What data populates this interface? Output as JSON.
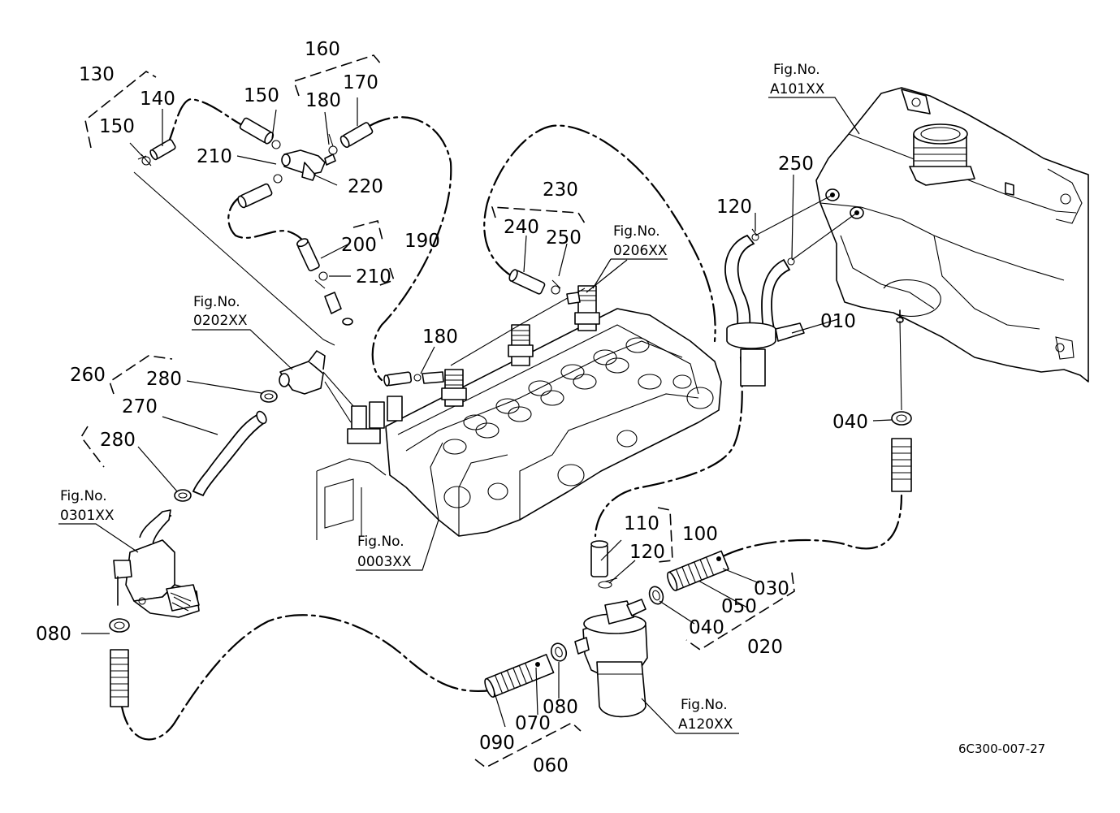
{
  "diagram": {
    "drawing_number": "6C300-007-27",
    "part_labels": [
      {
        "id": "p130",
        "text": "130"
      },
      {
        "id": "p140",
        "text": "140"
      },
      {
        "id": "p150a",
        "text": "150"
      },
      {
        "id": "p150b",
        "text": "150"
      },
      {
        "id": "p160",
        "text": "160"
      },
      {
        "id": "p170",
        "text": "170"
      },
      {
        "id": "p180a",
        "text": "180"
      },
      {
        "id": "p180b",
        "text": "180"
      },
      {
        "id": "p190",
        "text": "190"
      },
      {
        "id": "p200",
        "text": "200"
      },
      {
        "id": "p210a",
        "text": "210"
      },
      {
        "id": "p210b",
        "text": "210"
      },
      {
        "id": "p220",
        "text": "220"
      },
      {
        "id": "p230",
        "text": "230"
      },
      {
        "id": "p240",
        "text": "240"
      },
      {
        "id": "p250a",
        "text": "250"
      },
      {
        "id": "p250b",
        "text": "250"
      },
      {
        "id": "p260",
        "text": "260"
      },
      {
        "id": "p270",
        "text": "270"
      },
      {
        "id": "p280a",
        "text": "280"
      },
      {
        "id": "p280b",
        "text": "280"
      },
      {
        "id": "p120a",
        "text": "120"
      },
      {
        "id": "p120b",
        "text": "120"
      },
      {
        "id": "p010",
        "text": "010"
      },
      {
        "id": "p040a",
        "text": "040"
      },
      {
        "id": "p040b",
        "text": "040"
      },
      {
        "id": "p110",
        "text": "110"
      },
      {
        "id": "p100",
        "text": "100"
      },
      {
        "id": "p030",
        "text": "030"
      },
      {
        "id": "p050",
        "text": "050"
      },
      {
        "id": "p020",
        "text": "020"
      },
      {
        "id": "p080a",
        "text": "080"
      },
      {
        "id": "p080b",
        "text": "080"
      },
      {
        "id": "p070",
        "text": "070"
      },
      {
        "id": "p090",
        "text": "090"
      },
      {
        "id": "p060",
        "text": "060"
      }
    ],
    "figure_refs": [
      {
        "id": "fA101",
        "line1": "Fig.No.",
        "line2": "A101XX"
      },
      {
        "id": "f0206",
        "line1": "Fig.No.",
        "line2": "0206XX"
      },
      {
        "id": "f0202",
        "line1": "Fig.No.",
        "line2": "0202XX"
      },
      {
        "id": "f0301",
        "line1": "Fig.No.",
        "line2": "0301XX"
      },
      {
        "id": "f0003",
        "line1": "Fig.No.",
        "line2": "0003XX"
      },
      {
        "id": "fA120",
        "line1": "Fig.No.",
        "line2": "A120XX"
      }
    ]
  }
}
